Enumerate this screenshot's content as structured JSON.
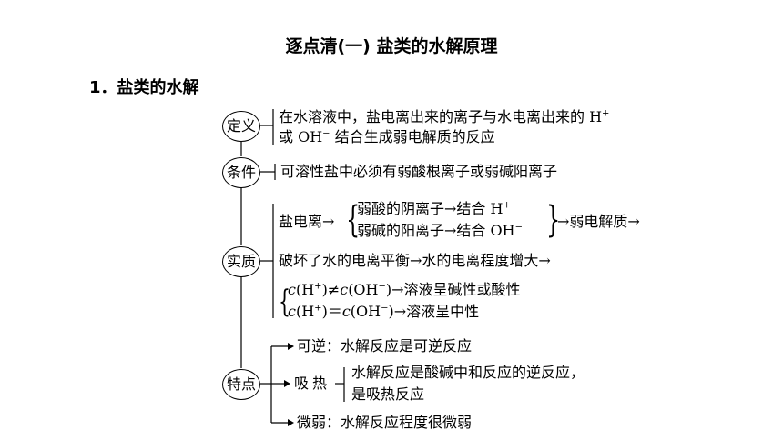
{
  "title": "逐点清(一) 盐类的水解原理",
  "section": "1．盐类的水解",
  "nodes": {
    "definition": "定义",
    "condition": "条件",
    "essence": "实质",
    "feature": "特点"
  },
  "definition_text": {
    "line1": "在水溶液中，盐电离出来的离子与水电离出来的 H",
    "line1_sup": "+",
    "line2_pre": "或 OH",
    "line2_sup": "−",
    "line2_post": " 结合生成弱电解质的反应"
  },
  "condition_text": "可溶性盐中必须有弱酸根离子或弱碱阳离子",
  "essence": {
    "salt_ionization": "盐电离→",
    "weak_acid_anion": "弱酸的阴离子→结合 H",
    "weak_acid_sup": "+",
    "weak_base_cation": "弱碱的阳离子→结合 OH",
    "weak_base_sup": "−",
    "result": "→弱电解质→",
    "break_balance": "破坏了水的电离平衡→水的电离程度增大→",
    "case1_a": "c",
    "case1_b": "(H",
    "case1_b_sup": "+",
    "case1_c": ")≠",
    "case1_d": "c",
    "case1_e": "(OH",
    "case1_e_sup": "−",
    "case1_f": ")→溶液呈碱性或酸性",
    "case2_a": "c",
    "case2_b": "(H",
    "case2_b_sup": "+",
    "case2_c": ")＝",
    "case2_d": "c",
    "case2_e": "(OH",
    "case2_e_sup": "−",
    "case2_f": ")→溶液呈中性"
  },
  "feature": {
    "reversible": "可逆：水解反应是可逆反应",
    "endothermic_label": "吸热",
    "endothermic_line1": "水解反应是酸碱中和反应的逆反应，",
    "endothermic_line2": "是吸热反应",
    "weak": "微弱：水解反应程度很微弱"
  }
}
